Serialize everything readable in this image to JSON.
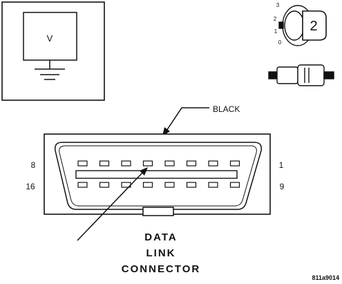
{
  "voltmeter": {
    "label": "V"
  },
  "ignition": {
    "positions": [
      "3",
      "2",
      "1",
      "0"
    ],
    "key_number": "2"
  },
  "connector": {
    "color_label": "BLACK",
    "pin_top_left": "8",
    "pin_top_right": "1",
    "pin_bottom_left": "16",
    "pin_bottom_right": "9",
    "title_line1": "DATA",
    "title_line2": "LINK",
    "title_line3": "CONNECTOR"
  },
  "figure_id": "811a9014"
}
